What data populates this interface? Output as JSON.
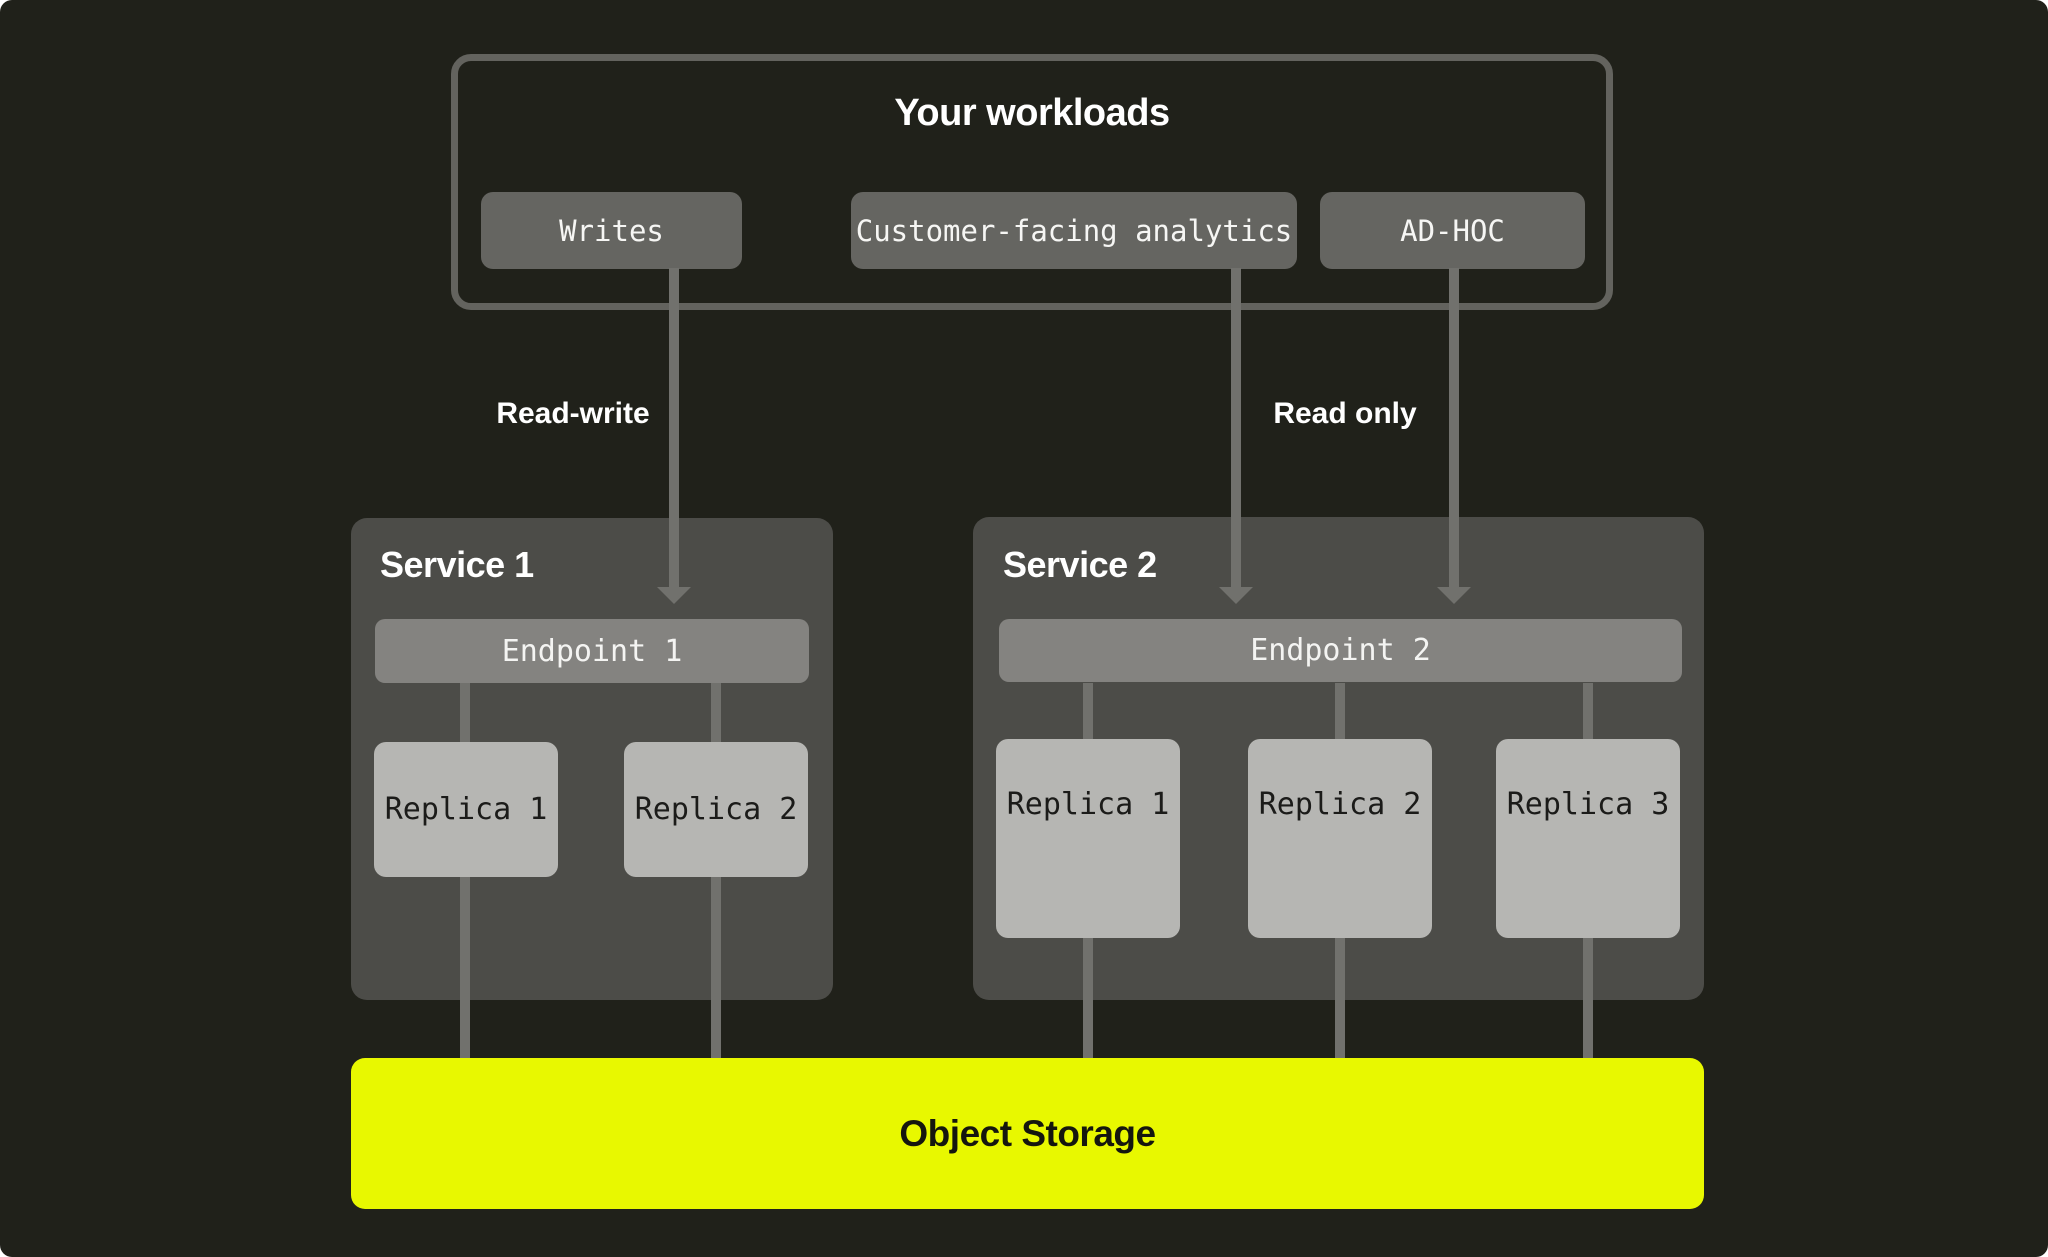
{
  "colors": {
    "page": "#ffffff",
    "canvas": "#20211a",
    "panel-border": "#63635e",
    "chip-bg": "#656561",
    "service-bg": "#4c4c48",
    "endpoint-bg": "#848380",
    "replica-bg": "#b6b6b3",
    "replica-text": "#1b1b19",
    "line": "#71716d",
    "storage-bg": "#e8f800",
    "storage-text": "#15160e",
    "text": "#ffffff"
  },
  "workloads": {
    "title": "Your workloads",
    "chips": [
      {
        "label": "Writes"
      },
      {
        "label": "Customer-facing analytics"
      },
      {
        "label": "AD-HOC"
      }
    ]
  },
  "flows": {
    "read_write_label": "Read-write",
    "read_only_label": "Read only"
  },
  "services": [
    {
      "title": "Service 1",
      "endpoint": "Endpoint 1",
      "replicas": [
        "Replica 1",
        "Replica 2"
      ]
    },
    {
      "title": "Service 2",
      "endpoint": "Endpoint 2",
      "replicas": [
        "Replica 1",
        "Replica 2",
        "Replica 3"
      ]
    }
  ],
  "storage": {
    "label": "Object Storage"
  }
}
